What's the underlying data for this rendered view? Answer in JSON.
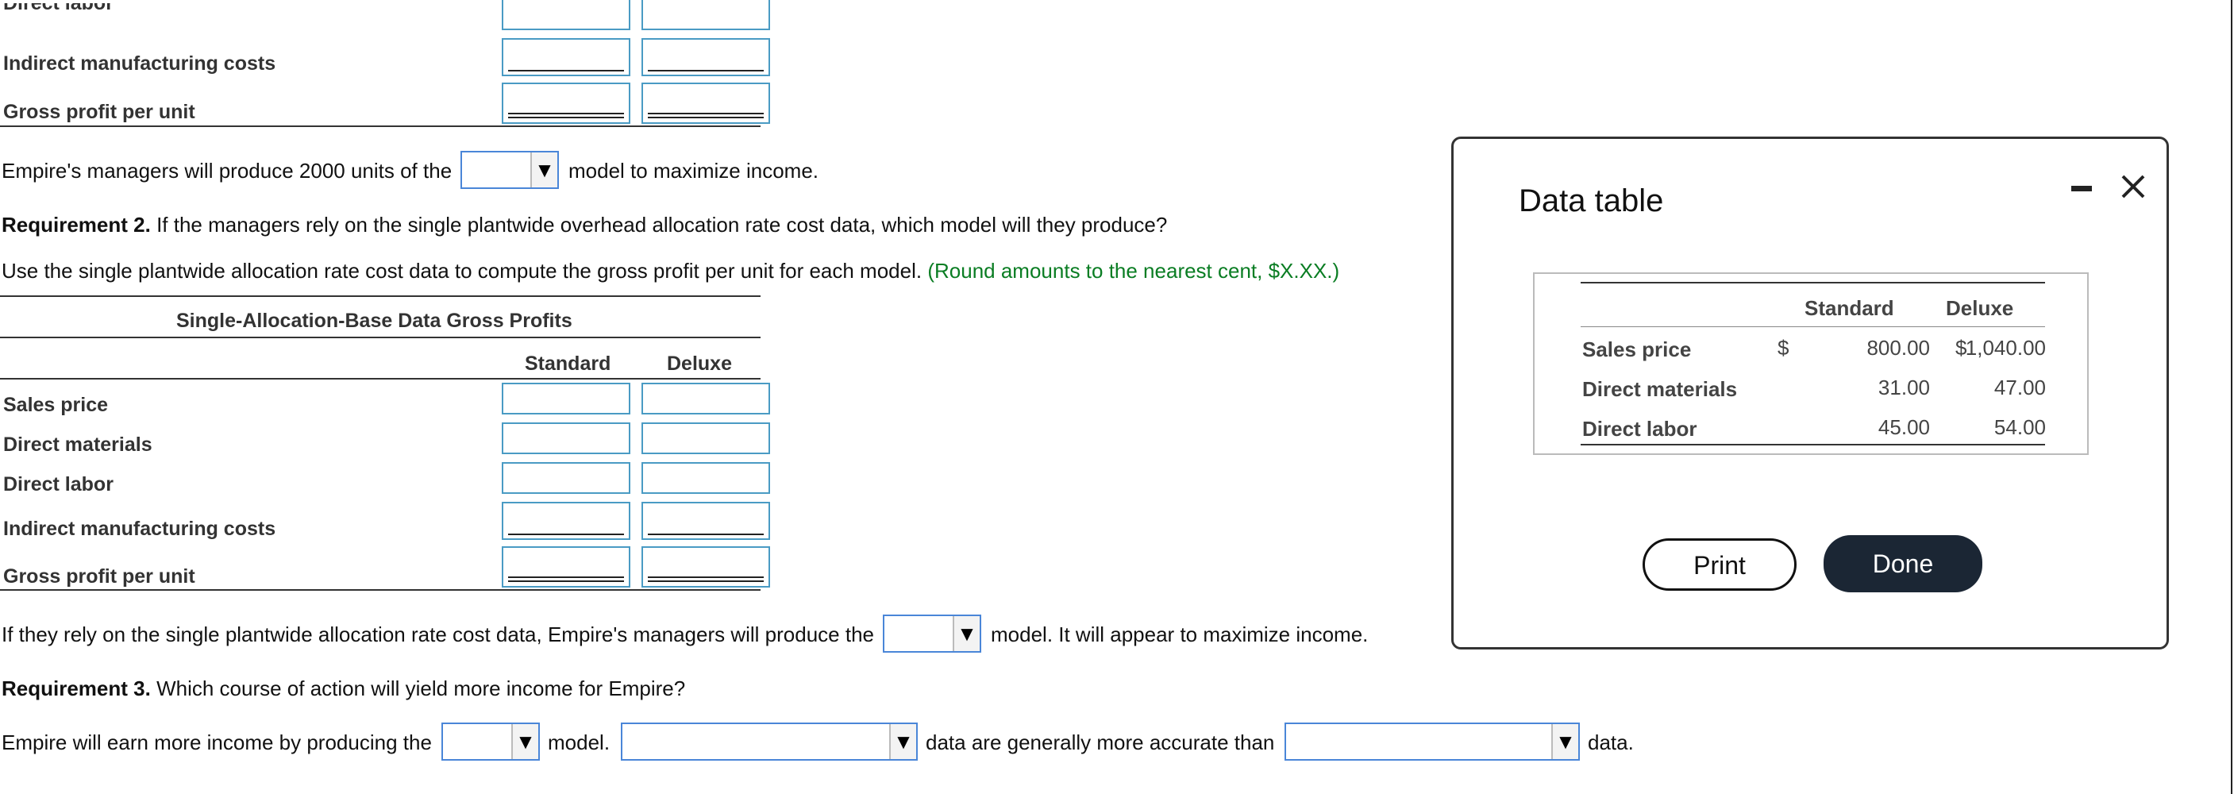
{
  "top_table": {
    "row_direct_labor_partial": "Direct labor",
    "row_indirect": "Indirect manufacturing costs",
    "row_gross_profit": "Gross profit per unit"
  },
  "req1_sentence": {
    "before": "Empire's managers will produce 2000 units of the",
    "after": "model to maximize income."
  },
  "req2": {
    "bold": "Requirement 2.",
    "text": "If the managers rely on the single plantwide overhead allocation rate cost data, which model will they produce?",
    "instruction": "Use the single plantwide allocation rate cost data to compute the gross profit per unit for each model.",
    "hint": "(Round amounts to the nearest cent, $X.XX.)"
  },
  "single_table": {
    "title": "Single-Allocation-Base Data Gross Profits",
    "col_standard": "Standard",
    "col_deluxe": "Deluxe",
    "rows": [
      "Sales price",
      "Direct materials",
      "Direct labor",
      "Indirect manufacturing costs",
      "Gross profit per unit"
    ]
  },
  "req2_sentence": {
    "before": "If they rely on the single plantwide allocation rate cost data, Empire's managers will produce the",
    "after": "model. It will appear to maximize income."
  },
  "req3": {
    "bold": "Requirement 3.",
    "text": "Which course of action will yield more income for Empire?"
  },
  "req3_sentence": {
    "part1": "Empire will earn more income by producing the",
    "part2": "model.",
    "part3": "data are generally more accurate than",
    "part4": "data."
  },
  "dropdown_arrow": "▼",
  "modal": {
    "title": "Data table",
    "minimize_icon": "minus",
    "close_icon": "close",
    "col_standard": "Standard",
    "col_deluxe": "Deluxe",
    "rows": [
      {
        "label": "Sales price",
        "cur1": "$",
        "standard": "800.00",
        "cur2": "$",
        "deluxe": "1,040.00"
      },
      {
        "label": "Direct materials",
        "cur1": "",
        "standard": "31.00",
        "cur2": "",
        "deluxe": "47.00"
      },
      {
        "label": "Direct labor",
        "cur1": "",
        "standard": "45.00",
        "cur2": "",
        "deluxe": "54.00"
      }
    ],
    "print_label": "Print",
    "done_label": "Done"
  }
}
